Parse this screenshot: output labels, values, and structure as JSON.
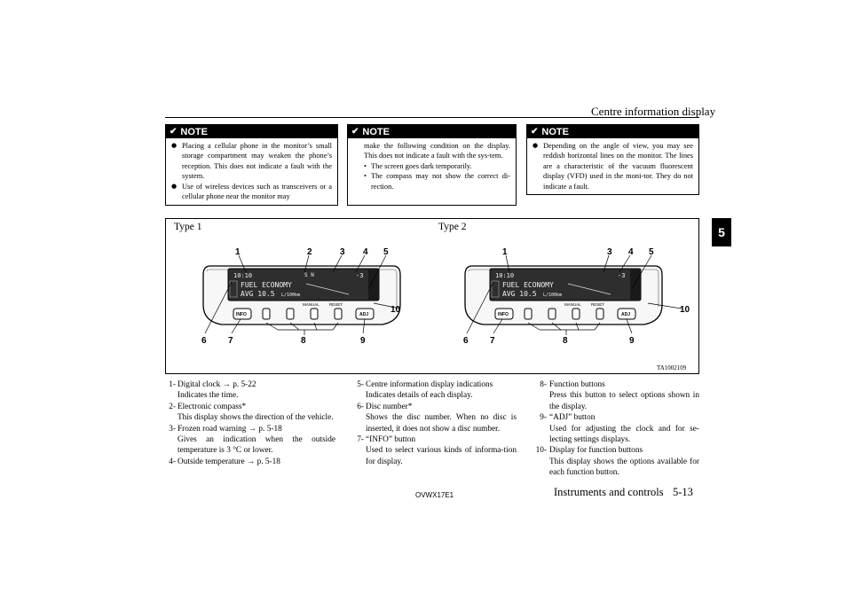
{
  "header": {
    "title": "Centre information display",
    "chapter_tab": "5"
  },
  "notes": [
    {
      "heading": "NOTE",
      "bullets": [
        "Placing a cellular phone in the monitor’s small storage compartment may weaken the phone’s reception. This does not indicate a fault with the system.",
        "Use of wireless devices such as transceivers or a cellular phone near the monitor may"
      ]
    },
    {
      "heading": "NOTE",
      "lead": "make the following condition on the display. This does not indicate a fault with the sys-tem.",
      "subitems": [
        "The screen goes dark temporarily.",
        "The compass may not show the correct di-rection."
      ]
    },
    {
      "heading": "NOTE",
      "bullets": [
        "Depending on the angle of view, you may see reddish horizontal lines on the monitor. The lines are a characteristic of the vacuum fluorescent display (VFD) used in the moni-tor. They do not indicate a fault."
      ]
    }
  ],
  "figure": {
    "type1_label": "Type 1",
    "type2_label": "Type 2",
    "figure_code": "TA1002109",
    "type1_callouts": [
      "1",
      "2",
      "3",
      "4",
      "5",
      "6",
      "7",
      "8",
      "9",
      "10"
    ],
    "type2_callouts": [
      "1",
      "3",
      "4",
      "5",
      "6",
      "7",
      "8",
      "9",
      "10"
    ],
    "display": {
      "clock": "10:10",
      "fuel_economy": "FUEL ECONOMY",
      "avg": "AVG 10.5",
      "unit": "L/100km",
      "outside_temp": "-3",
      "manual": "MANUAL",
      "reset": "RESET",
      "info_button": "INFO",
      "adj_button": "ADJ"
    }
  },
  "descriptions": {
    "col1": [
      {
        "num": "1-",
        "label": "Digital clock",
        "ref": "→ p. 5-22",
        "detail": "Indicates the time."
      },
      {
        "num": "2-",
        "label": "Electronic compass*",
        "detail": "This display shows the direction of the vehicle."
      },
      {
        "num": "3-",
        "label": "Frozen road warning",
        "ref": "→ p. 5-18",
        "detail": "Gives an indication when the outside temperature is 3 °C or lower."
      },
      {
        "num": "4-",
        "label": "Outside temperature",
        "ref": "→ p. 5-18"
      }
    ],
    "col2": [
      {
        "num": "5-",
        "label": "Centre information display indications",
        "detail": "Indicates details of each display."
      },
      {
        "num": "6-",
        "label": "Disc number*",
        "detail": "Shows the disc number. When no disc is inserted, it does not show a disc number."
      },
      {
        "num": "7-",
        "label": "“INFO” button",
        "detail": "Used to select various kinds of informa-tion for display."
      }
    ],
    "col3": [
      {
        "num": "8-",
        "label": "Function buttons",
        "detail": "Press this button to select options shown in the display."
      },
      {
        "num": "9-",
        "label": "“ADJ” button",
        "detail": "Used for adjusting the clock and for se-lecting settings displays."
      },
      {
        "num": "10-",
        "label": "Display for function buttons",
        "detail": "This display shows the options available for each function button."
      }
    ]
  },
  "footer": {
    "code": "OVWX17E1",
    "section": "Instruments and controls",
    "page": "5-13"
  }
}
